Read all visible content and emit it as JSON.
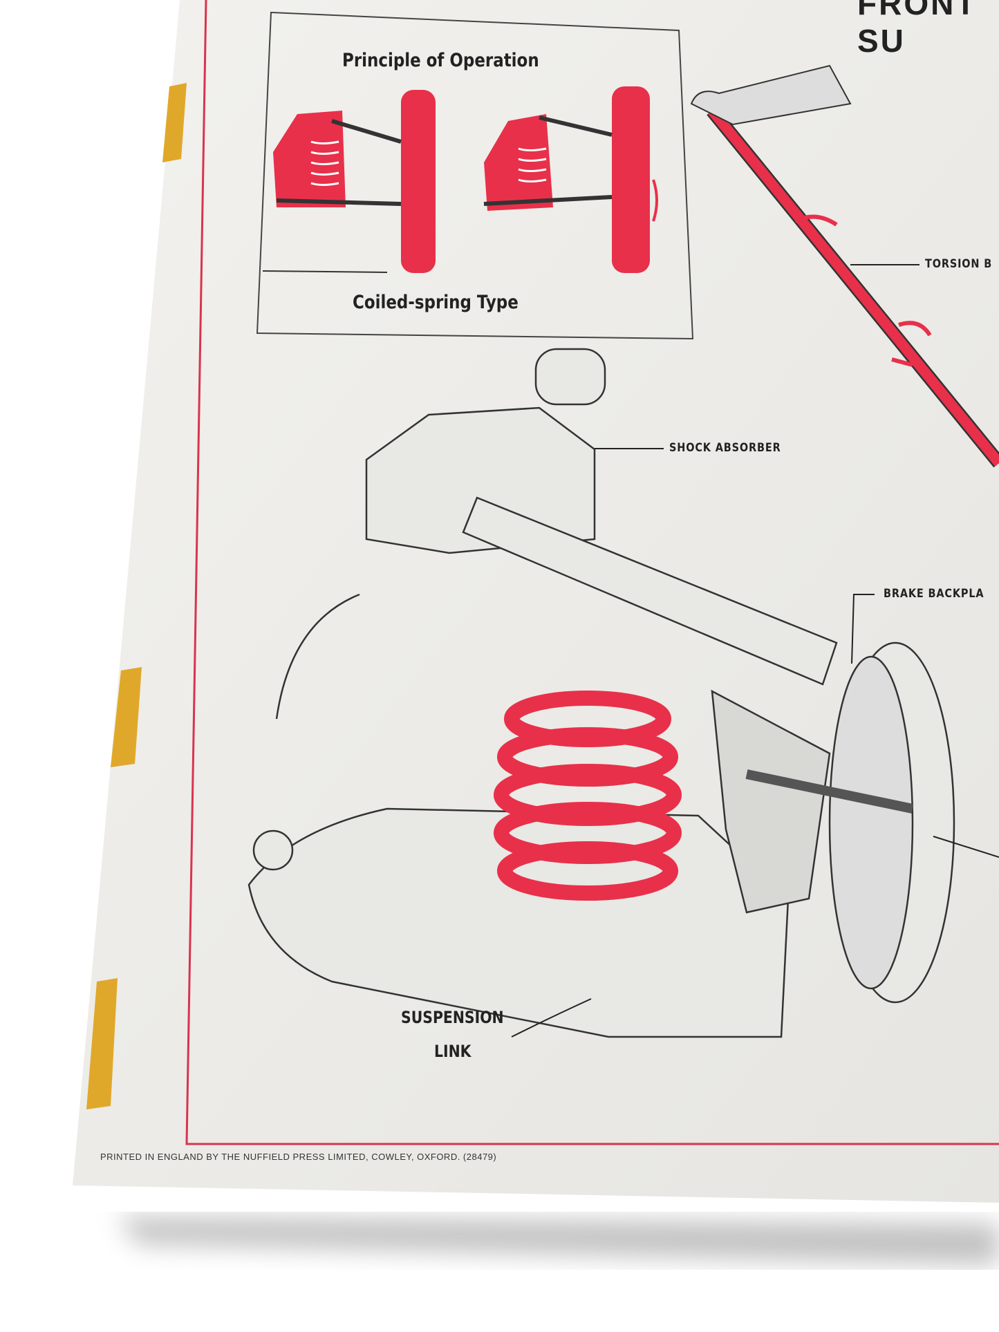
{
  "poster": {
    "title_fragment": "FRONT SU",
    "inset": {
      "heading": "Principle of Operation",
      "caption": "Coiled-spring Type"
    },
    "labels": {
      "torsion_bar": "TORSION B",
      "shock_absorber": "SHOCK ABSORBER",
      "brake_backplate": "BRAKE BACKPLA",
      "suspension_link_line1": "SUSPENSION",
      "suspension_link_line2": "LINK"
    },
    "footer": "PRINTED IN ENGLAND BY THE NUFFIELD PRESS LIMITED, COWLEY, OXFORD.   (28479)"
  },
  "colors": {
    "accent_red": "#e8304a",
    "paper": "#eeede9",
    "border": "#d9334f",
    "tape": "#e0a82a"
  }
}
